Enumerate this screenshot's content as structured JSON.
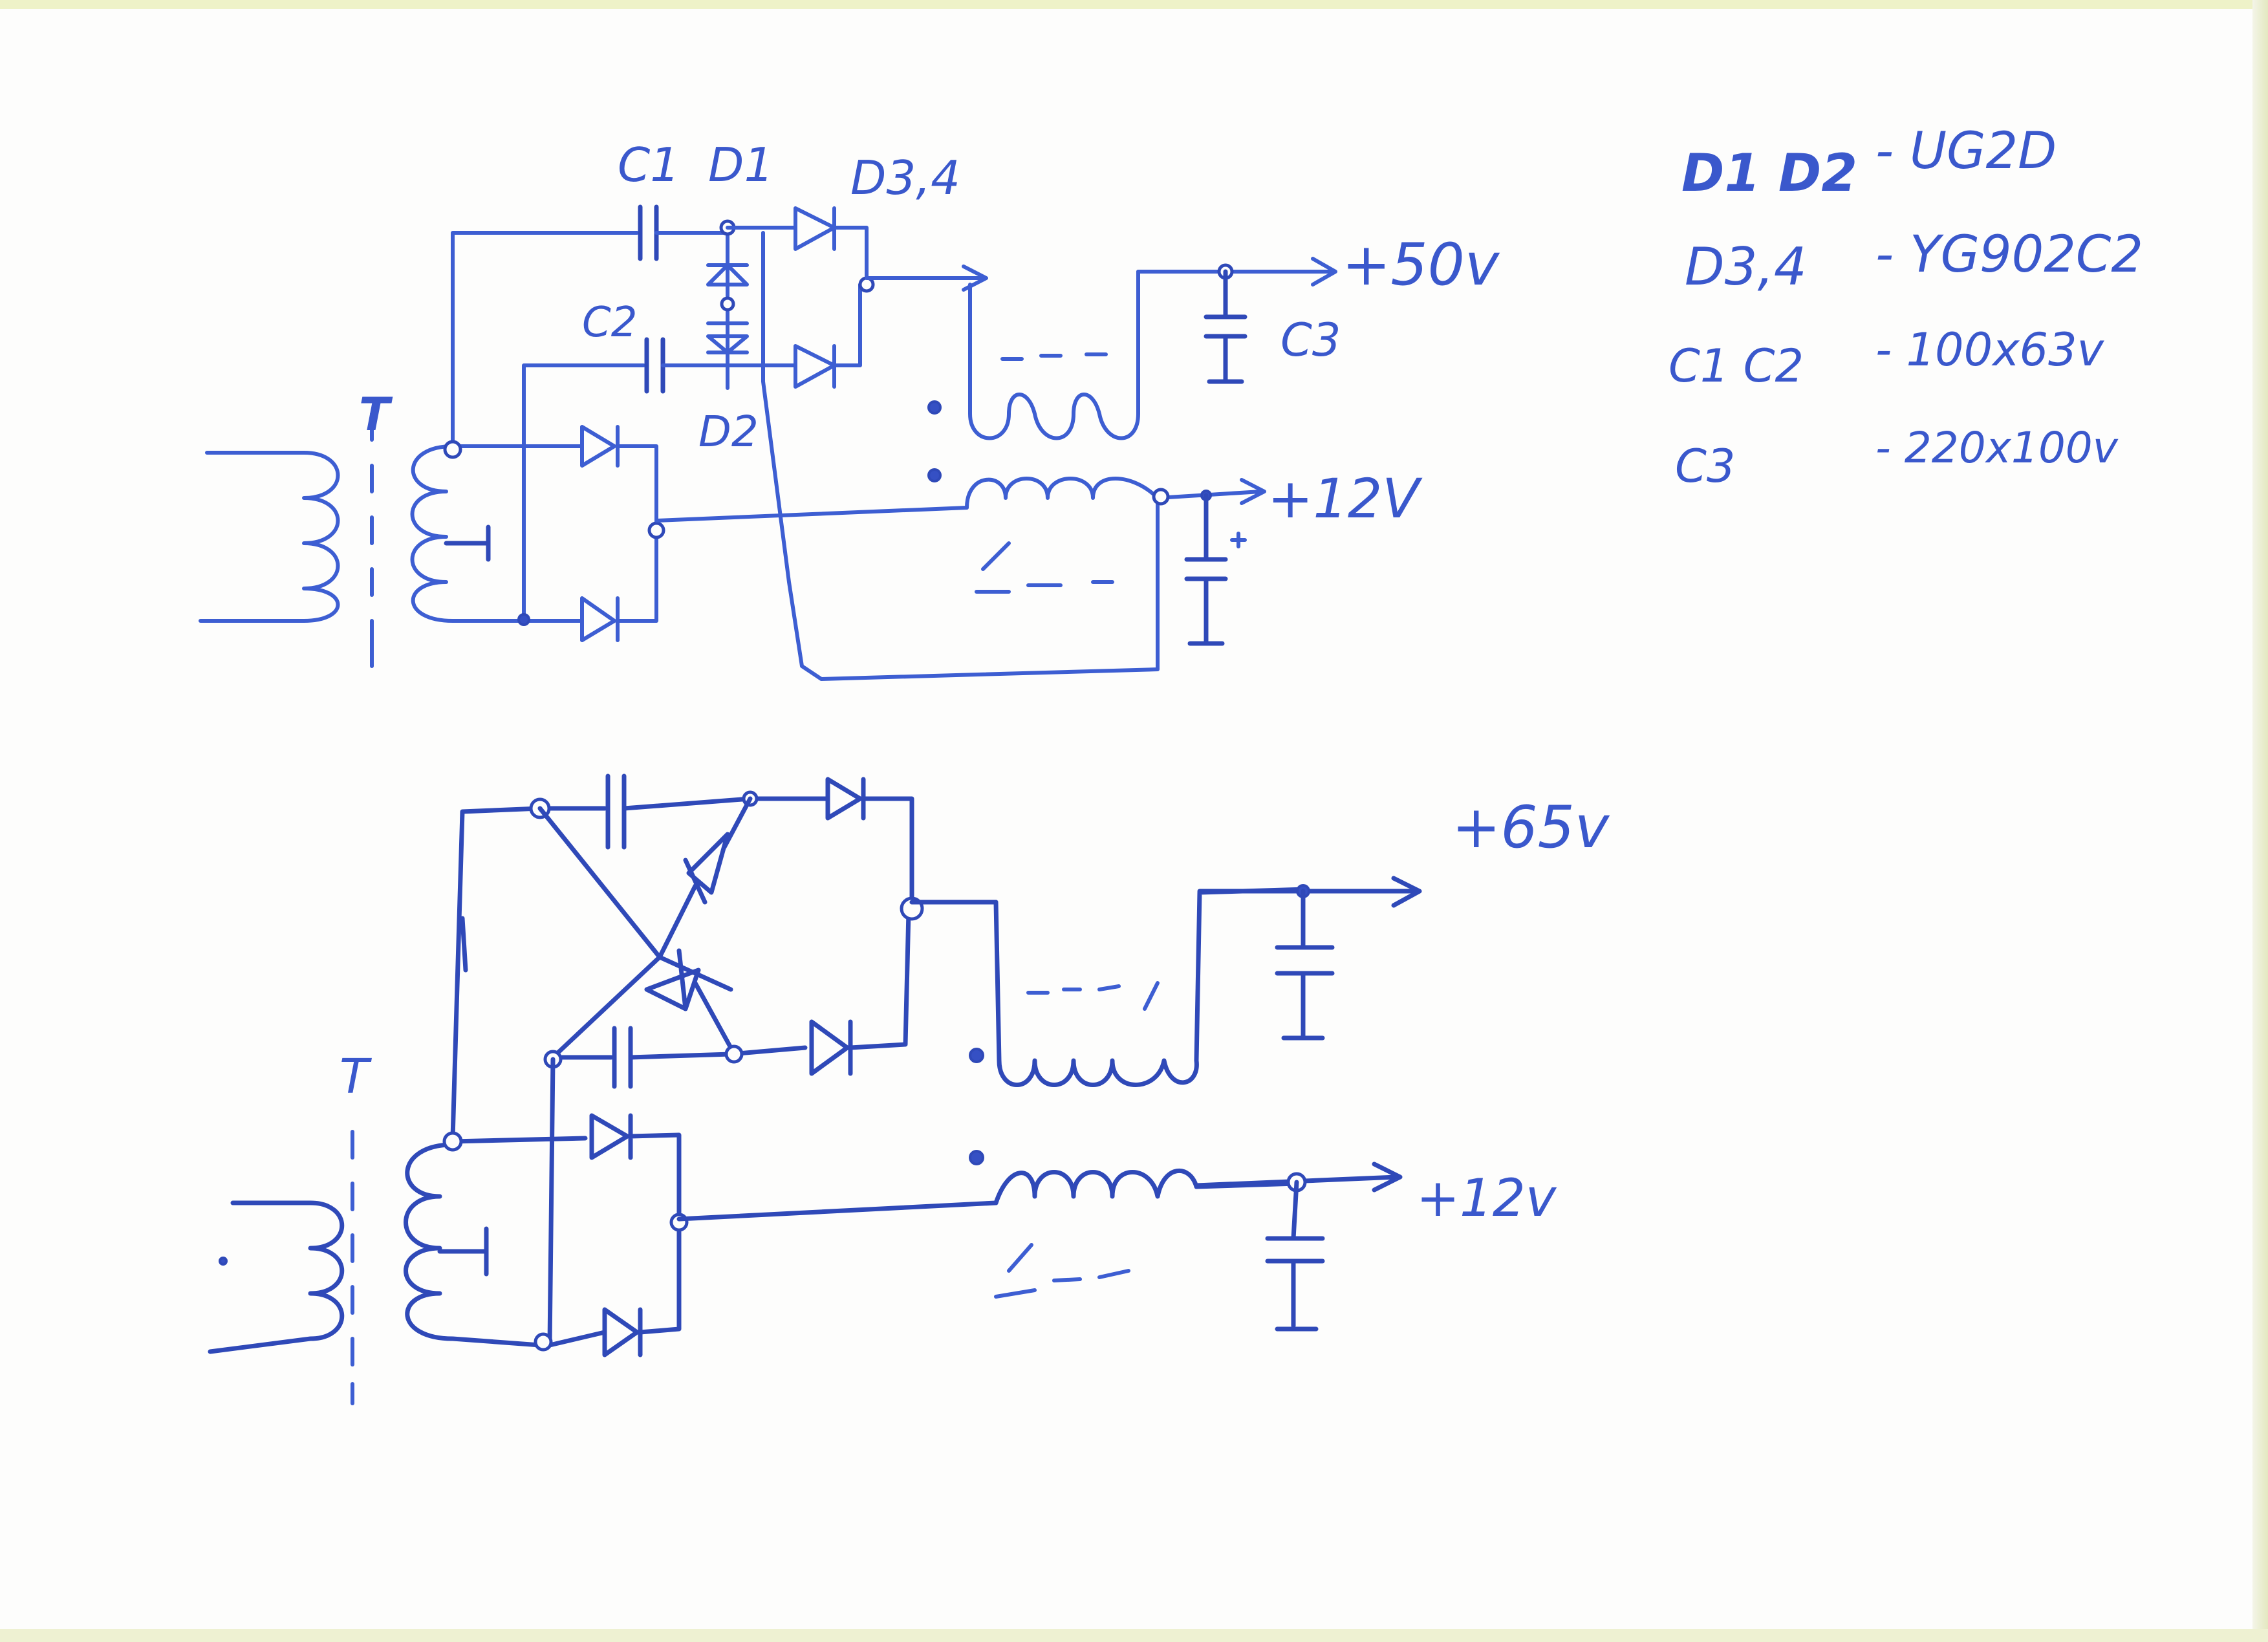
{
  "labels": {
    "c1": "C1",
    "d1": "D1",
    "d34": "D3,4",
    "c2": "C2",
    "d2": "D2",
    "c3": "C3",
    "t_upper": "T",
    "t_lower": "T"
  },
  "outputs": {
    "v50": "+50v",
    "v12_upper": "+12V",
    "v65": "+65v",
    "v12_lower": "+12v"
  },
  "parts": [
    {
      "name": "D1 D2",
      "value": "- UG2D"
    },
    {
      "name": "D3,4",
      "value": "- YG902C2"
    },
    {
      "name": "C1 C2",
      "value": "- 100x63v"
    },
    {
      "name": "C3",
      "value": "- 220x100v"
    }
  ],
  "colors": {
    "ink": "#3d5ed2",
    "ink_dark": "#2f49b8",
    "paper": "#fdfdfc"
  }
}
